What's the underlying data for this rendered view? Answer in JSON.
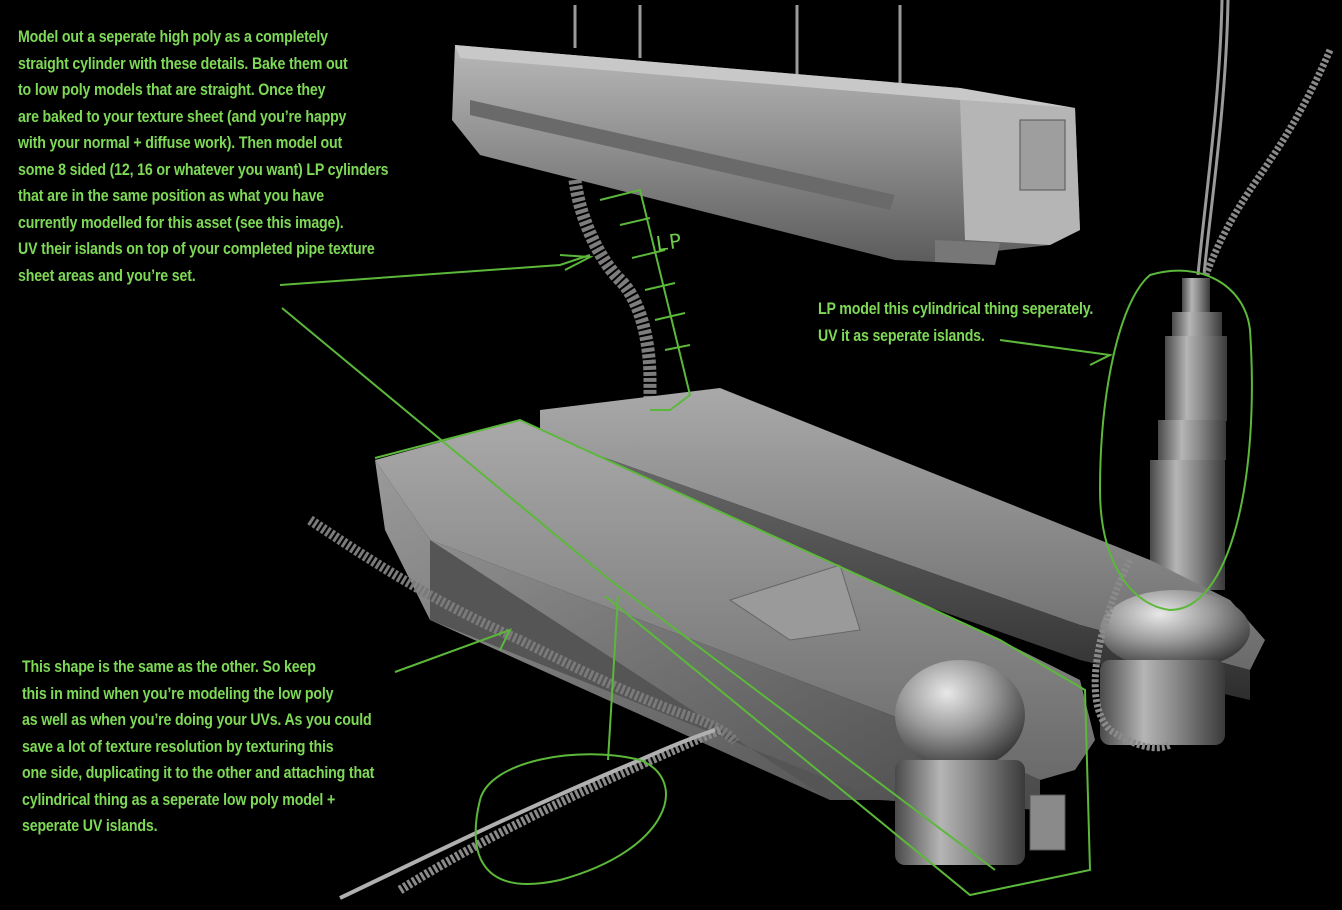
{
  "annotations": {
    "top_note": "Model out a seperate high poly as a completely\nstraight cylinder with these details. Bake them out\nto low poly models that are straight. Once they\nare baked to your texture sheet (and you’re happy\nwith your normal + diffuse work). Then model out\nsome 8 sided (12, 16 or whatever you want) LP cylinders\nthat are in the same position as what you have\ncurrently modelled for this asset (see this image).\nUV their islands on top of your completed pipe texture\nsheet areas and you’re set.",
    "right_note": "LP model this cylindrical thing seperately.\nUV it as seperate islands.",
    "bottom_note": "This shape is the same as the other. So keep\nthis in mind when you’re modeling the low poly\nas well as when you’re doing your UVs. As you could\nsave a lot of texture resolution by texturing this\none side, duplicating it to the other and attaching that\ncylindrical thing as a seperate low poly model +\nseperate UV islands.",
    "lp_label": "LP"
  },
  "colors": {
    "background": "#000000",
    "annotation_green": "#7ed957",
    "model_gray": "#8a8a8a"
  }
}
